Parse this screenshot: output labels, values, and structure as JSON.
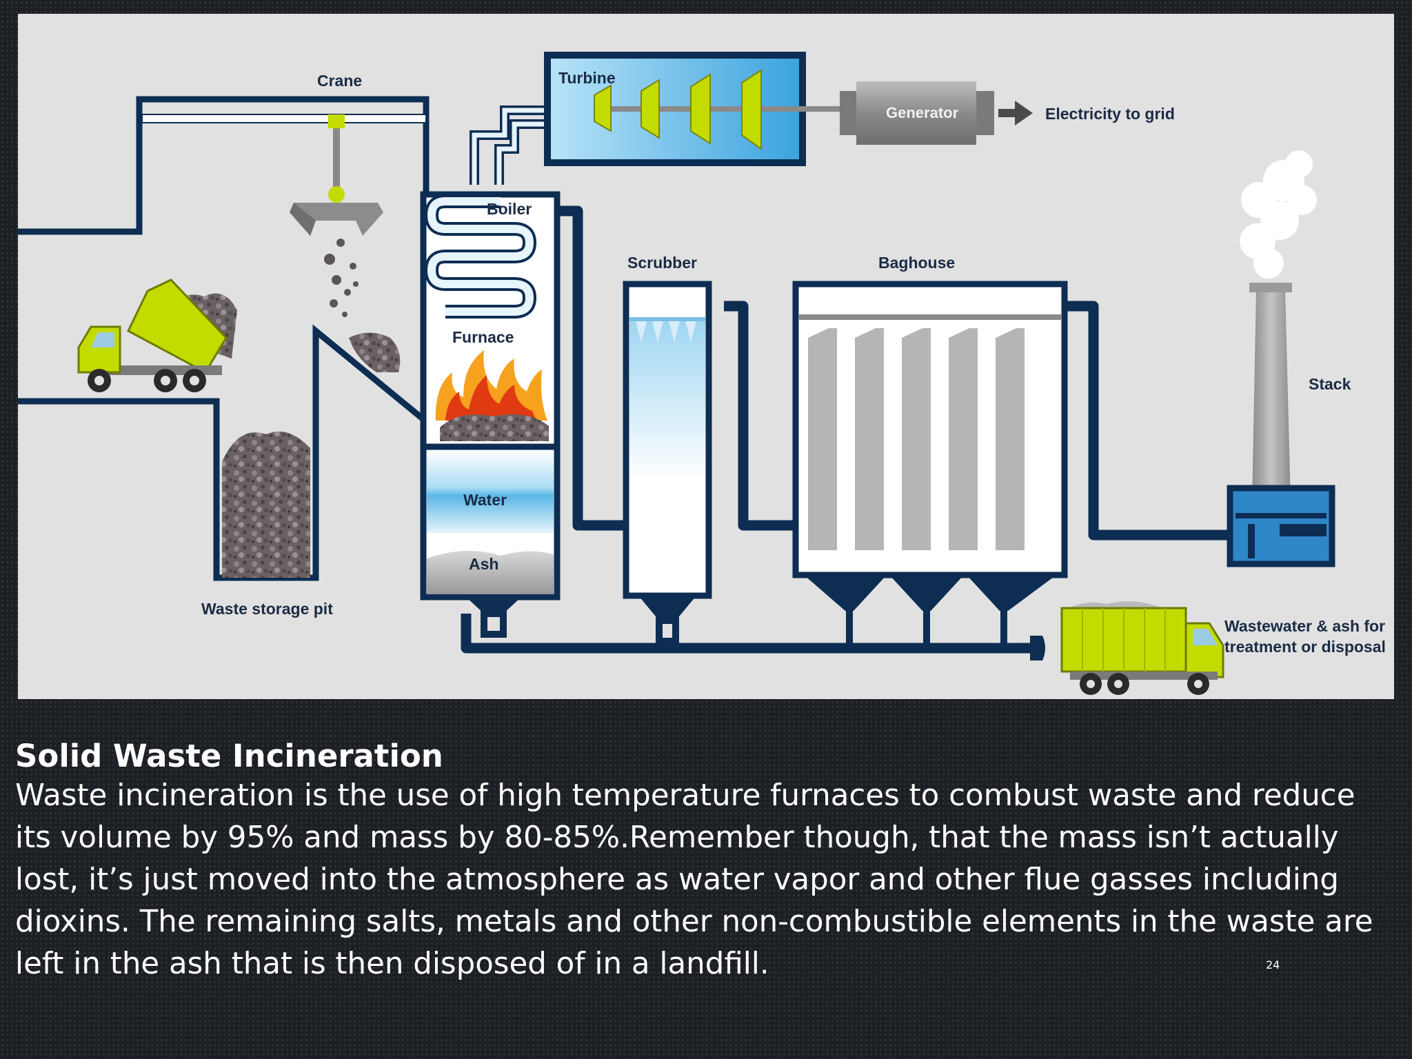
{
  "diagram": {
    "labels": {
      "crane": "Crane",
      "turbine": "Turbine",
      "generator": "Generator",
      "electricity": "Electricity to grid",
      "boiler": "Boiler",
      "furnace": "Furnace",
      "water": "Water",
      "ash": "Ash",
      "scrubber": "Scrubber",
      "baghouse": "Baghouse",
      "stack": "Stack",
      "waste_pit": "Waste storage pit",
      "disposal": "Wastewater & ash for treatment or disposal"
    },
    "colors": {
      "pipe": "#0d2d52",
      "background": "#e1e1e1",
      "truck": "#c3dc00",
      "flame": "#f6a21e",
      "turbine_box": "#7fc8ee",
      "filter_bag": "#b5b5b5"
    },
    "icons": [
      "dump-truck-icon",
      "crane-grab-icon",
      "flame-icon",
      "smoke-icon",
      "collection-truck-icon"
    ]
  },
  "caption": {
    "title": "Solid Waste Incineration",
    "body": "Waste incineration is the use of high temperature furnaces to combust waste and reduce its volume by 95% and mass by 80-85%.Remember though, that the mass isn’t actually lost, it’s just moved into the atmosphere as water vapor and other flue gasses including dioxins. The remaining salts, metals and other non-combustible elements in the waste are left in the ash that is then disposed of in a landfill."
  },
  "slide_number": "24"
}
